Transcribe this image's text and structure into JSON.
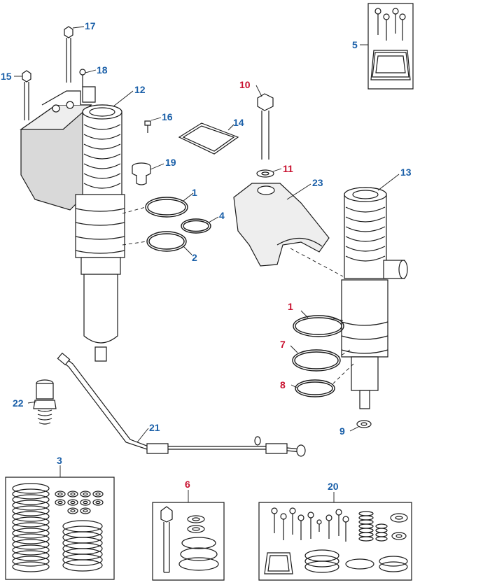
{
  "diagram": {
    "colors": {
      "blue": "#1a5fa8",
      "red": "#c8102e",
      "line": "#1a1a1a",
      "shade": "#d9d9d9",
      "fill": "#ffffff"
    },
    "callouts": [
      {
        "id": "c17",
        "label": "17",
        "color": "blue"
      },
      {
        "id": "c18",
        "label": "18",
        "color": "blue"
      },
      {
        "id": "c15",
        "label": "15",
        "color": "blue"
      },
      {
        "id": "c12",
        "label": "12",
        "color": "blue"
      },
      {
        "id": "c16",
        "label": "16",
        "color": "blue"
      },
      {
        "id": "c14",
        "label": "14",
        "color": "blue"
      },
      {
        "id": "c19",
        "label": "19",
        "color": "blue"
      },
      {
        "id": "c1a",
        "label": "1",
        "color": "blue"
      },
      {
        "id": "c4",
        "label": "4",
        "color": "blue"
      },
      {
        "id": "c2",
        "label": "2",
        "color": "blue"
      },
      {
        "id": "c5",
        "label": "5",
        "color": "blue"
      },
      {
        "id": "c10",
        "label": "10",
        "color": "red"
      },
      {
        "id": "c11",
        "label": "11",
        "color": "red"
      },
      {
        "id": "c23",
        "label": "23",
        "color": "blue"
      },
      {
        "id": "c13",
        "label": "13",
        "color": "blue"
      },
      {
        "id": "c1b",
        "label": "1",
        "color": "red"
      },
      {
        "id": "c7",
        "label": "7",
        "color": "red"
      },
      {
        "id": "c8",
        "label": "8",
        "color": "red"
      },
      {
        "id": "c9",
        "label": "9",
        "color": "blue"
      },
      {
        "id": "c22",
        "label": "22",
        "color": "blue"
      },
      {
        "id": "c21",
        "label": "21",
        "color": "blue"
      },
      {
        "id": "c3",
        "label": "3",
        "color": "blue"
      },
      {
        "id": "c6",
        "label": "6",
        "color": "red"
      },
      {
        "id": "c20",
        "label": "20",
        "color": "blue"
      }
    ]
  }
}
